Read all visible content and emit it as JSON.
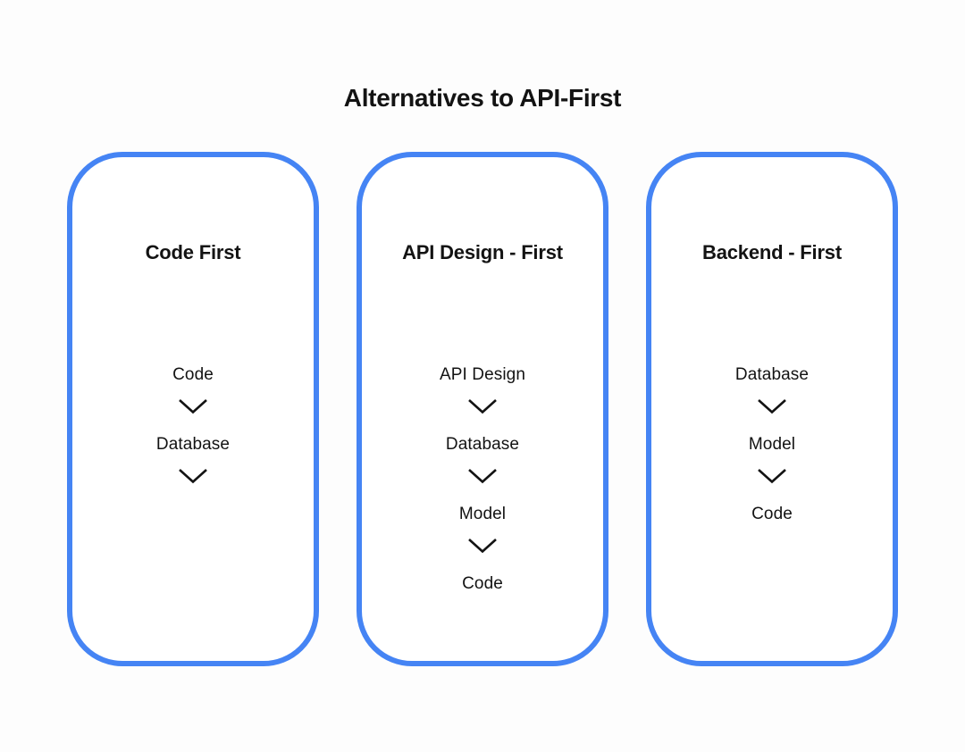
{
  "title": "Alternatives to API-First",
  "colors": {
    "card_border": "#4584F4",
    "text": "#131313",
    "background": "#FDFDFD"
  },
  "arrow_icon": "chevron-down",
  "cards": [
    {
      "id": "code-first",
      "title": "Code First",
      "steps": [
        "Code",
        "Database"
      ],
      "trailing_arrow": true
    },
    {
      "id": "api-design-first",
      "title": "API Design - First",
      "steps": [
        "API Design",
        "Database",
        "Model",
        "Code"
      ],
      "trailing_arrow": false
    },
    {
      "id": "backend-first",
      "title": "Backend - First",
      "steps": [
        "Database",
        "Model",
        "Code"
      ],
      "trailing_arrow": false
    }
  ]
}
